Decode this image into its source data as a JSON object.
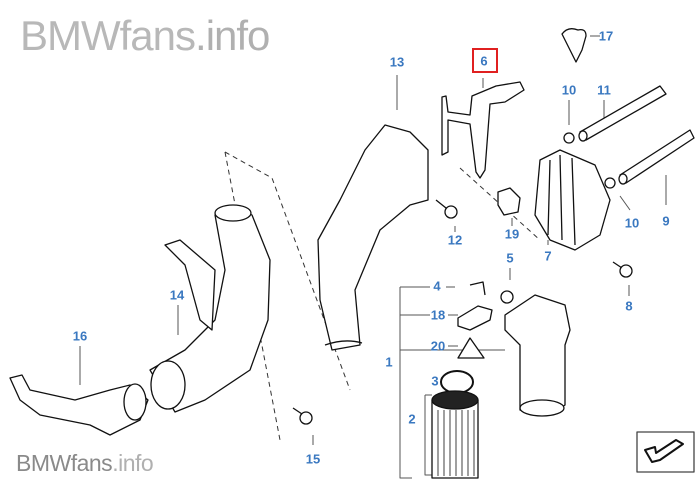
{
  "watermark": {
    "brand": "BMWfans",
    "suffix": ".info"
  },
  "highlight_color": "#e02020",
  "label_color": "#3a78c0",
  "highlighted_part": "6",
  "callouts": [
    {
      "id": "1",
      "text": "1"
    },
    {
      "id": "2",
      "text": "2"
    },
    {
      "id": "3",
      "text": "3"
    },
    {
      "id": "4",
      "text": "4"
    },
    {
      "id": "5",
      "text": "5"
    },
    {
      "id": "6",
      "text": "6"
    },
    {
      "id": "7",
      "text": "7"
    },
    {
      "id": "8",
      "text": "8"
    },
    {
      "id": "9",
      "text": "9"
    },
    {
      "id": "10a",
      "text": "10"
    },
    {
      "id": "10b",
      "text": "10"
    },
    {
      "id": "11",
      "text": "11"
    },
    {
      "id": "12",
      "text": "12"
    },
    {
      "id": "13",
      "text": "13"
    },
    {
      "id": "14",
      "text": "14"
    },
    {
      "id": "15",
      "text": "15"
    },
    {
      "id": "16",
      "text": "16"
    },
    {
      "id": "17",
      "text": "17"
    },
    {
      "id": "18",
      "text": "18"
    },
    {
      "id": "19",
      "text": "19"
    },
    {
      "id": "20",
      "text": "20"
    }
  ]
}
